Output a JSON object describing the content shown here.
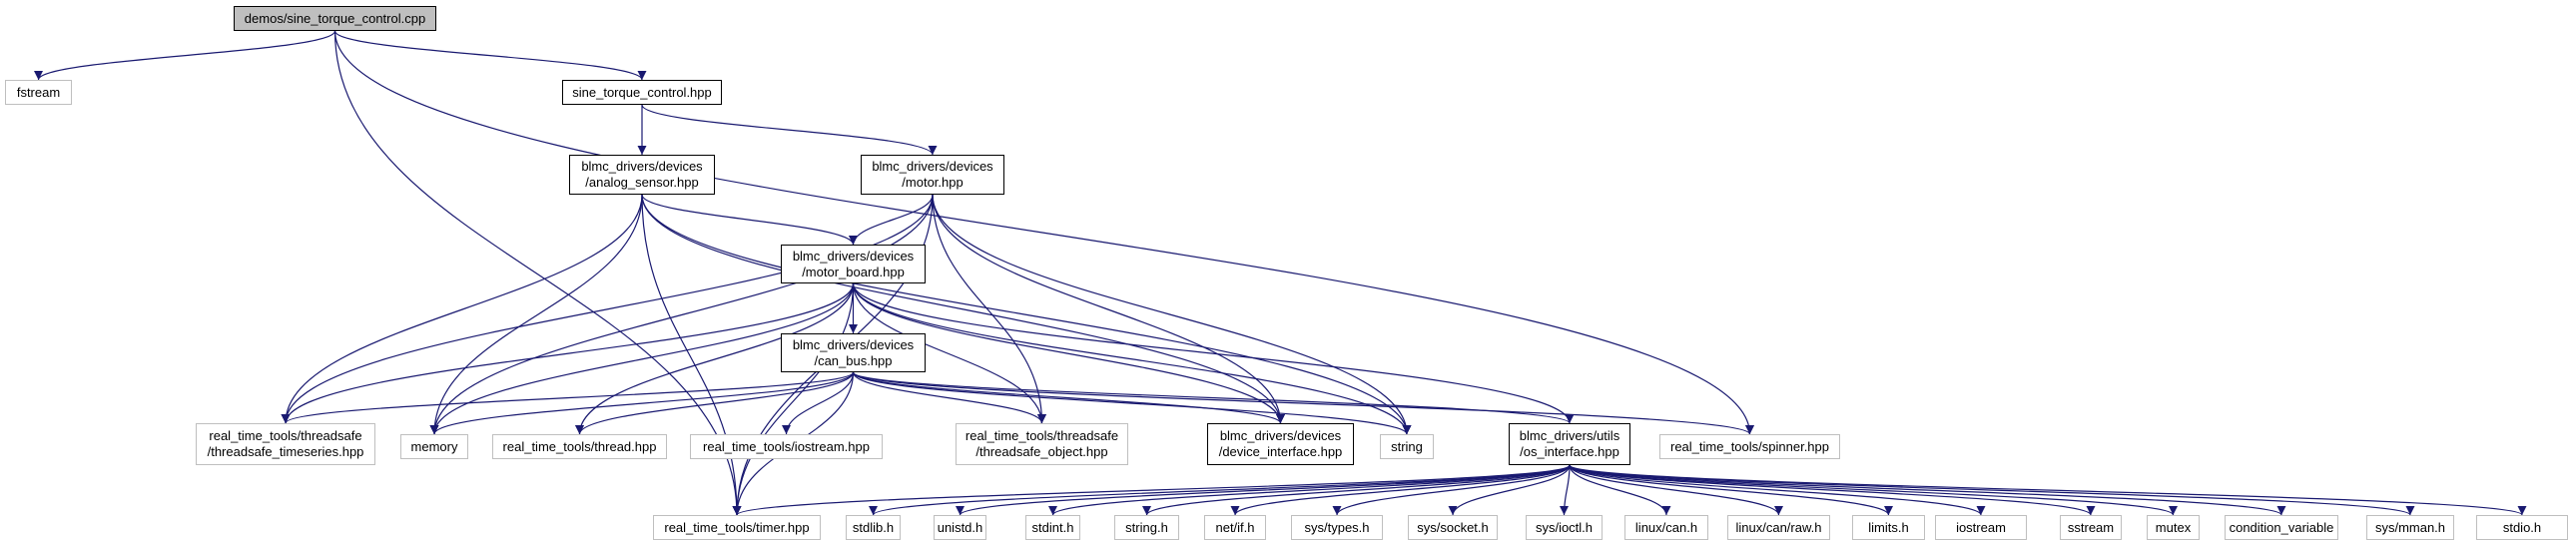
{
  "graph": {
    "title": "Include dependency graph for demos/sine_torque_control.cpp",
    "edge_color": "#191970",
    "nodes": [
      {
        "id": "root",
        "label": "demos/sine_torque_control.cpp",
        "kind": "root"
      },
      {
        "id": "fstream",
        "label": "fstream",
        "kind": "ext"
      },
      {
        "id": "stc_hpp",
        "label": "sine_torque_control.hpp",
        "kind": "local"
      },
      {
        "id": "analog",
        "label": "blmc_drivers/devices\n/analog_sensor.hpp",
        "kind": "local"
      },
      {
        "id": "motor",
        "label": "blmc_drivers/devices\n/motor.hpp",
        "kind": "local"
      },
      {
        "id": "motor_board",
        "label": "blmc_drivers/devices\n/motor_board.hpp",
        "kind": "local"
      },
      {
        "id": "can_bus",
        "label": "blmc_drivers/devices\n/can_bus.hpp",
        "kind": "local"
      },
      {
        "id": "ts_timeseries",
        "label": "real_time_tools/threadsafe\n/threadsafe_timeseries.hpp",
        "kind": "ext"
      },
      {
        "id": "memory",
        "label": "memory",
        "kind": "ext"
      },
      {
        "id": "thread",
        "label": "real_time_tools/thread.hpp",
        "kind": "ext"
      },
      {
        "id": "rt_iostream",
        "label": "real_time_tools/iostream.hpp",
        "kind": "ext"
      },
      {
        "id": "ts_object",
        "label": "real_time_tools/threadsafe\n/threadsafe_object.hpp",
        "kind": "ext"
      },
      {
        "id": "device_interface",
        "label": "blmc_drivers/devices\n/device_interface.hpp",
        "kind": "local"
      },
      {
        "id": "string",
        "label": "string",
        "kind": "ext"
      },
      {
        "id": "os_interface",
        "label": "blmc_drivers/utils\n/os_interface.hpp",
        "kind": "local"
      },
      {
        "id": "spinner",
        "label": "real_time_tools/spinner.hpp",
        "kind": "ext"
      },
      {
        "id": "timer",
        "label": "real_time_tools/timer.hpp",
        "kind": "ext"
      },
      {
        "id": "stdlib",
        "label": "stdlib.h",
        "kind": "ext"
      },
      {
        "id": "unistd",
        "label": "unistd.h",
        "kind": "ext"
      },
      {
        "id": "stdint",
        "label": "stdint.h",
        "kind": "ext"
      },
      {
        "id": "string_h",
        "label": "string.h",
        "kind": "ext"
      },
      {
        "id": "net_if",
        "label": "net/if.h",
        "kind": "ext"
      },
      {
        "id": "sys_types",
        "label": "sys/types.h",
        "kind": "ext"
      },
      {
        "id": "sys_socket",
        "label": "sys/socket.h",
        "kind": "ext"
      },
      {
        "id": "sys_ioctl",
        "label": "sys/ioctl.h",
        "kind": "ext"
      },
      {
        "id": "linux_can",
        "label": "linux/can.h",
        "kind": "ext"
      },
      {
        "id": "linux_can_raw",
        "label": "linux/can/raw.h",
        "kind": "ext"
      },
      {
        "id": "limits",
        "label": "limits.h",
        "kind": "ext"
      },
      {
        "id": "iostream",
        "label": "iostream",
        "kind": "ext"
      },
      {
        "id": "sstream",
        "label": "sstream",
        "kind": "ext"
      },
      {
        "id": "mutex",
        "label": "mutex",
        "kind": "ext"
      },
      {
        "id": "condvar",
        "label": "condition_variable",
        "kind": "ext"
      },
      {
        "id": "sys_mman",
        "label": "sys/mman.h",
        "kind": "ext"
      },
      {
        "id": "stdio",
        "label": "stdio.h",
        "kind": "ext"
      }
    ],
    "edges": [
      [
        "root",
        "fstream"
      ],
      [
        "root",
        "stc_hpp"
      ],
      [
        "root",
        "timer"
      ],
      [
        "root",
        "spinner"
      ],
      [
        "stc_hpp",
        "analog"
      ],
      [
        "stc_hpp",
        "motor"
      ],
      [
        "analog",
        "motor_board"
      ],
      [
        "analog",
        "ts_timeseries"
      ],
      [
        "analog",
        "memory"
      ],
      [
        "analog",
        "timer"
      ],
      [
        "analog",
        "device_interface"
      ],
      [
        "analog",
        "string"
      ],
      [
        "motor",
        "motor_board"
      ],
      [
        "motor",
        "ts_timeseries"
      ],
      [
        "motor",
        "memory"
      ],
      [
        "motor",
        "ts_object"
      ],
      [
        "motor",
        "device_interface"
      ],
      [
        "motor",
        "string"
      ],
      [
        "motor",
        "timer"
      ],
      [
        "motor_board",
        "can_bus"
      ],
      [
        "motor_board",
        "ts_timeseries"
      ],
      [
        "motor_board",
        "memory"
      ],
      [
        "motor_board",
        "thread"
      ],
      [
        "motor_board",
        "ts_object"
      ],
      [
        "motor_board",
        "device_interface"
      ],
      [
        "motor_board",
        "string"
      ],
      [
        "motor_board",
        "os_interface"
      ],
      [
        "motor_board",
        "timer"
      ],
      [
        "can_bus",
        "ts_timeseries"
      ],
      [
        "can_bus",
        "memory"
      ],
      [
        "can_bus",
        "thread"
      ],
      [
        "can_bus",
        "rt_iostream"
      ],
      [
        "can_bus",
        "ts_object"
      ],
      [
        "can_bus",
        "device_interface"
      ],
      [
        "can_bus",
        "string"
      ],
      [
        "can_bus",
        "os_interface"
      ],
      [
        "can_bus",
        "spinner"
      ],
      [
        "can_bus",
        "timer"
      ],
      [
        "os_interface",
        "timer"
      ],
      [
        "os_interface",
        "stdlib"
      ],
      [
        "os_interface",
        "unistd"
      ],
      [
        "os_interface",
        "stdint"
      ],
      [
        "os_interface",
        "string_h"
      ],
      [
        "os_interface",
        "net_if"
      ],
      [
        "os_interface",
        "sys_types"
      ],
      [
        "os_interface",
        "sys_socket"
      ],
      [
        "os_interface",
        "sys_ioctl"
      ],
      [
        "os_interface",
        "linux_can"
      ],
      [
        "os_interface",
        "linux_can_raw"
      ],
      [
        "os_interface",
        "limits"
      ],
      [
        "os_interface",
        "iostream"
      ],
      [
        "os_interface",
        "sstream"
      ],
      [
        "os_interface",
        "mutex"
      ],
      [
        "os_interface",
        "condvar"
      ],
      [
        "os_interface",
        "sys_mman"
      ],
      [
        "os_interface",
        "stdio"
      ]
    ]
  }
}
